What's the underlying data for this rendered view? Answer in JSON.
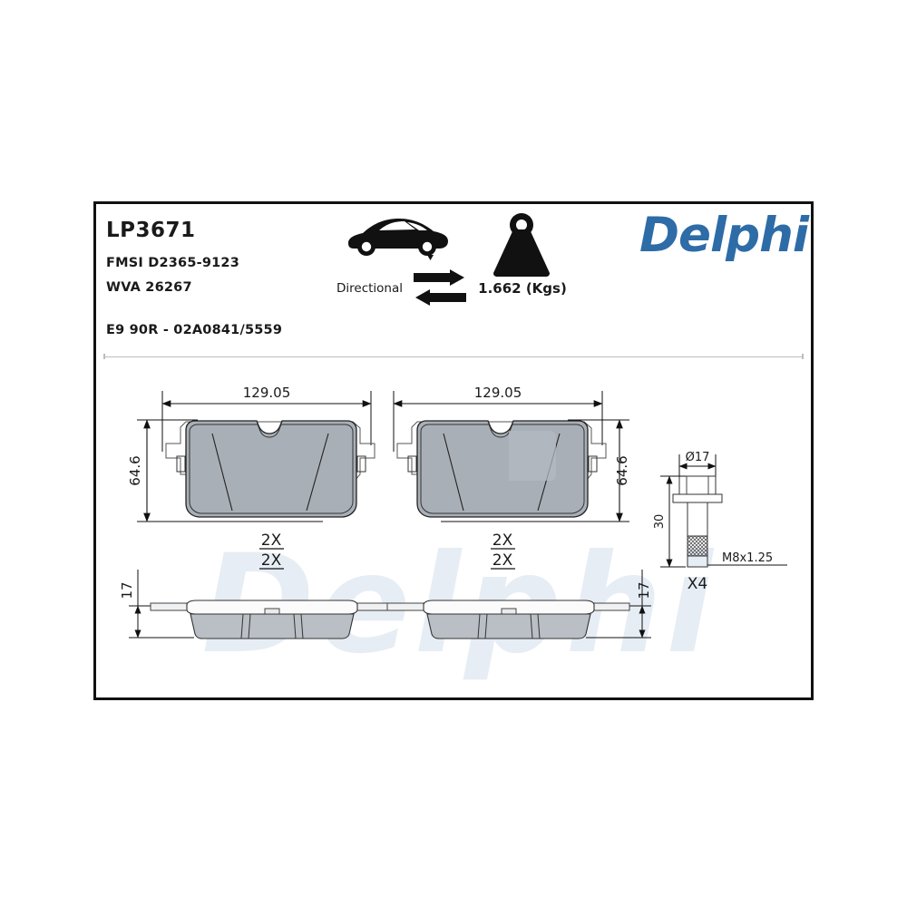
{
  "product": {
    "part_number": "LP3671",
    "fmsi": "FMSI D2365-9123",
    "wva": "WVA 26267",
    "homologation": "E9 90R - 02A0841/5559"
  },
  "brand": {
    "name": "Delphi",
    "watermark": "Delphi",
    "color": "#2d6ca6",
    "watermark_color": "#e6edf5"
  },
  "icons": {
    "axle_position": "car-rear-axle-icon",
    "directional_label": "Directional",
    "directional_arrows": "bidirectional-arrows-icon",
    "weight_icon": "weight-icon",
    "weight_value": "1.662 (Kgs)"
  },
  "pads": [
    {
      "id": "left",
      "width": "129.05",
      "height": "64.6",
      "thickness": "17",
      "quantity": "2X",
      "side_quantity": "2X"
    },
    {
      "id": "right",
      "width": "129.05",
      "height": "64.6",
      "thickness": "17",
      "quantity": "2X",
      "side_quantity": "2X"
    }
  ],
  "bolt": {
    "head_diameter": "Ø17",
    "length": "30",
    "thread": "M8x1.25",
    "quantity": "X4"
  }
}
